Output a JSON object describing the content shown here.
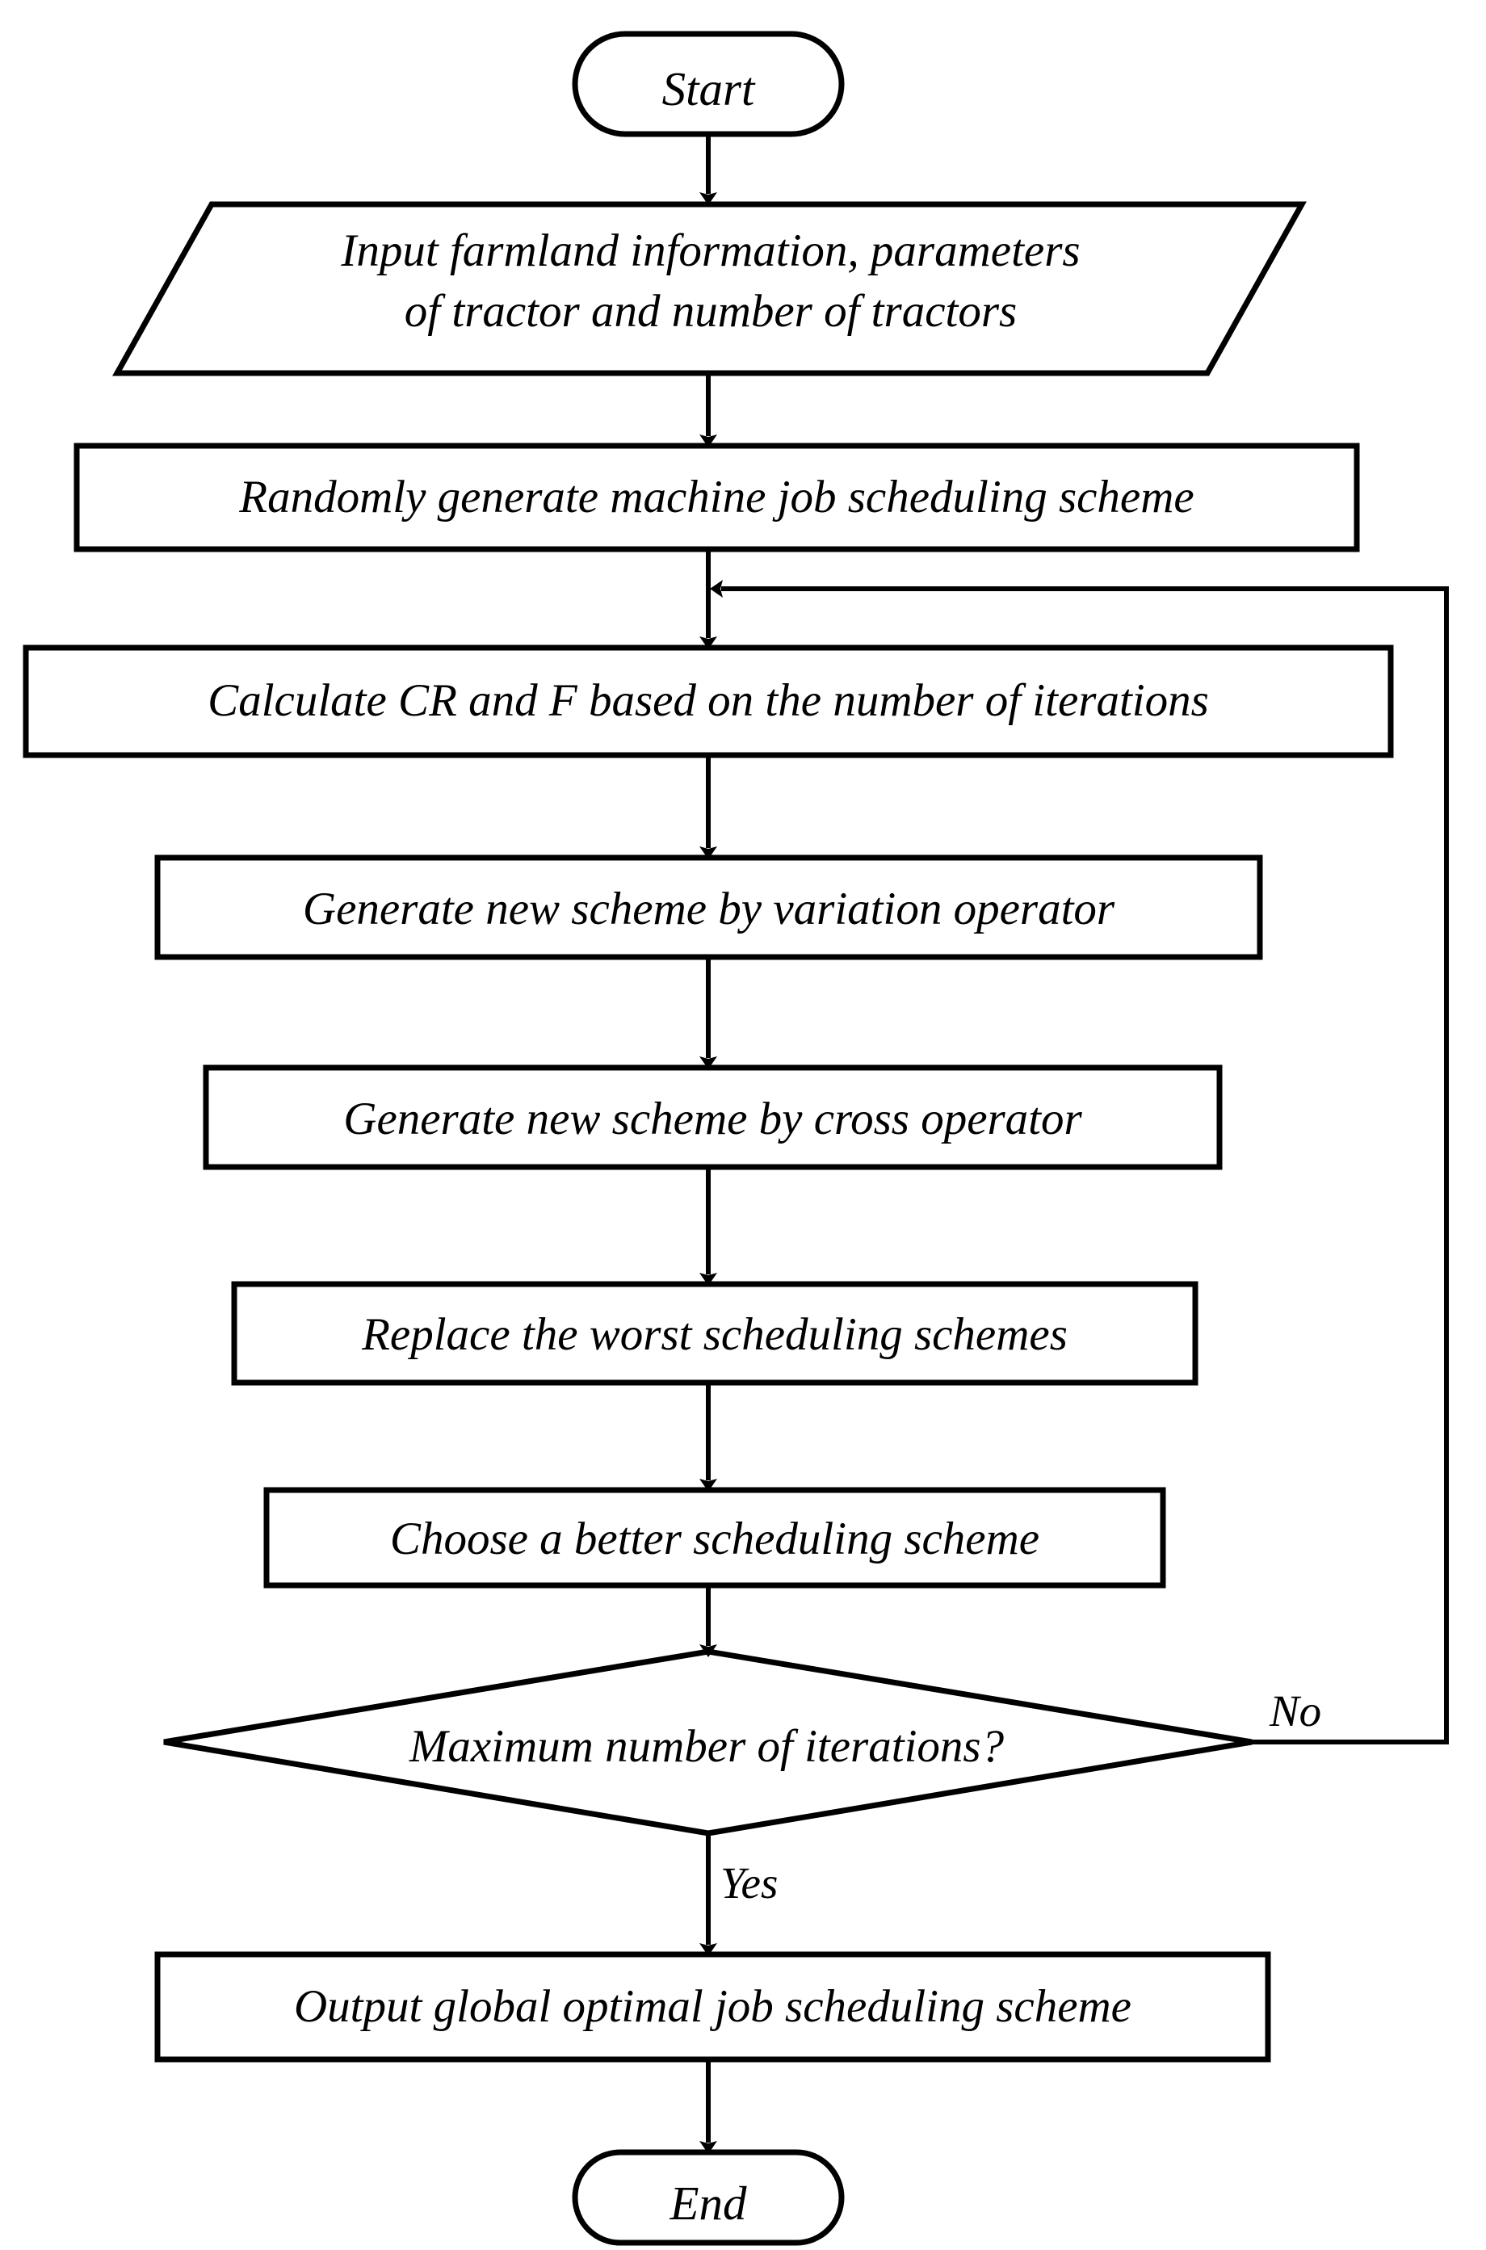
{
  "diagram": {
    "title": "Differential evolution tractor job scheduling flowchart",
    "type": "flowchart",
    "stroke_color": "#000000",
    "background_color": "#ffffff",
    "nodes": [
      {
        "id": "start",
        "shape": "terminator",
        "label": "Start"
      },
      {
        "id": "input",
        "shape": "parallelogram",
        "label": "Input farmland information, parameters\nof tractor and number of tractors"
      },
      {
        "id": "random",
        "shape": "process",
        "label": "Randomly generate machine job scheduling scheme"
      },
      {
        "id": "calc",
        "shape": "process",
        "label": "Calculate CR and F based on the number of iterations"
      },
      {
        "id": "variation",
        "shape": "process",
        "label": "Generate new scheme by variation operator"
      },
      {
        "id": "cross",
        "shape": "process",
        "label": "Generate new scheme by cross operator"
      },
      {
        "id": "replace",
        "shape": "process",
        "label": "Replace the worst scheduling schemes"
      },
      {
        "id": "choose",
        "shape": "process",
        "label": "Choose a better scheduling scheme"
      },
      {
        "id": "decision",
        "shape": "diamond",
        "label": "Maximum number of iterations?"
      },
      {
        "id": "output",
        "shape": "process",
        "label": "Output global optimal job scheduling scheme"
      },
      {
        "id": "end",
        "shape": "terminator",
        "label": "End"
      }
    ],
    "edge_labels": {
      "no": "No",
      "yes": "Yes"
    }
  }
}
